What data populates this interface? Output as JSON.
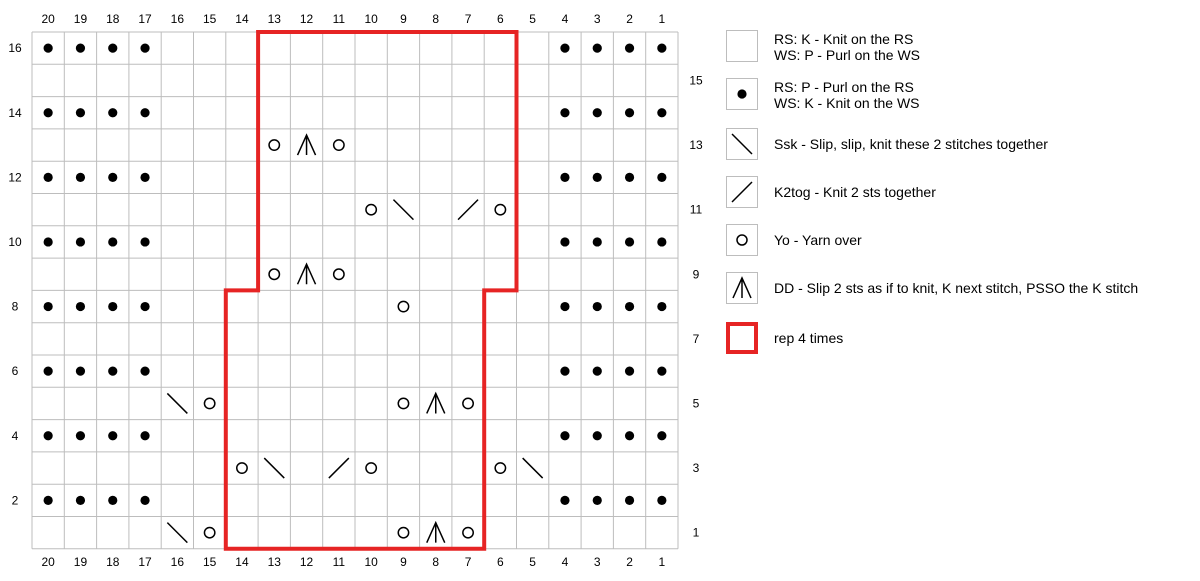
{
  "chart_data": {
    "type": "table",
    "columns": 20,
    "rows": 16,
    "column_labels": [
      "20",
      "19",
      "18",
      "17",
      "16",
      "15",
      "14",
      "13",
      "12",
      "11",
      "10",
      "9",
      "8",
      "7",
      "6",
      "5",
      "4",
      "3",
      "2",
      "1"
    ],
    "row_labels_left": [
      "16",
      "14",
      "12",
      "10",
      "8",
      "6",
      "4",
      "2"
    ],
    "row_labels_right": [
      "15",
      "13",
      "11",
      "9",
      "7",
      "5",
      "3",
      "1"
    ],
    "cells": [
      {
        "row": 1,
        "col": 16,
        "symbol": "ssk"
      },
      {
        "row": 1,
        "col": 15,
        "symbol": "yo"
      },
      {
        "row": 1,
        "col": 9,
        "symbol": "yo"
      },
      {
        "row": 1,
        "col": 8,
        "symbol": "dd"
      },
      {
        "row": 1,
        "col": 7,
        "symbol": "yo"
      },
      {
        "row": 3,
        "col": 14,
        "symbol": "yo"
      },
      {
        "row": 3,
        "col": 13,
        "symbol": "ssk"
      },
      {
        "row": 3,
        "col": 11,
        "symbol": "k2tog"
      },
      {
        "row": 3,
        "col": 10,
        "symbol": "yo"
      },
      {
        "row": 3,
        "col": 6,
        "symbol": "yo"
      },
      {
        "row": 3,
        "col": 5,
        "symbol": "ssk"
      },
      {
        "row": 5,
        "col": 16,
        "symbol": "ssk"
      },
      {
        "row": 5,
        "col": 15,
        "symbol": "yo"
      },
      {
        "row": 5,
        "col": 9,
        "symbol": "yo"
      },
      {
        "row": 5,
        "col": 8,
        "symbol": "dd"
      },
      {
        "row": 5,
        "col": 7,
        "symbol": "yo"
      },
      {
        "row": 8,
        "col": 9,
        "symbol": "yo"
      },
      {
        "row": 9,
        "col": 13,
        "symbol": "yo"
      },
      {
        "row": 9,
        "col": 12,
        "symbol": "dd"
      },
      {
        "row": 9,
        "col": 11,
        "symbol": "yo"
      },
      {
        "row": 11,
        "col": 10,
        "symbol": "yo"
      },
      {
        "row": 11,
        "col": 9,
        "symbol": "ssk"
      },
      {
        "row": 11,
        "col": 7,
        "symbol": "k2tog"
      },
      {
        "row": 11,
        "col": 6,
        "symbol": "yo"
      },
      {
        "row": 13,
        "col": 13,
        "symbol": "yo"
      },
      {
        "row": 13,
        "col": 12,
        "symbol": "dd"
      },
      {
        "row": 13,
        "col": 11,
        "symbol": "yo"
      }
    ],
    "purl_rows": [
      2,
      4,
      6,
      8,
      10,
      12,
      14,
      16
    ],
    "purl_columns": [
      20,
      19,
      18,
      17,
      4,
      3,
      2,
      1
    ],
    "repeat": {
      "color": "#e62424",
      "lower_rows": [
        1,
        8
      ],
      "lower_cols": [
        14,
        7
      ],
      "upper_rows": [
        9,
        16
      ],
      "upper_cols": [
        13,
        6
      ]
    }
  },
  "legend": [
    {
      "symbol": "knit",
      "line1": "RS: K - Knit on the RS",
      "line2": "WS: P - Purl on the WS"
    },
    {
      "symbol": "purl",
      "line1": "RS: P - Purl on the RS",
      "line2": "WS: K - Knit on the WS"
    },
    {
      "symbol": "ssk",
      "line1": "Ssk - Slip, slip, knit these 2 stitches together"
    },
    {
      "symbol": "k2tog",
      "line1": "K2tog - Knit 2 sts together"
    },
    {
      "symbol": "yo",
      "line1": "Yo - Yarn over"
    },
    {
      "symbol": "dd",
      "line1": "DD - Slip 2 sts as if to knit, K next stitch, PSSO the K stitch"
    },
    {
      "symbol": "repeat",
      "line1": "rep 4 times"
    }
  ],
  "colors": {
    "grid": "#bdbdbd",
    "repeat": "#e62424",
    "ink": "#000000"
  }
}
